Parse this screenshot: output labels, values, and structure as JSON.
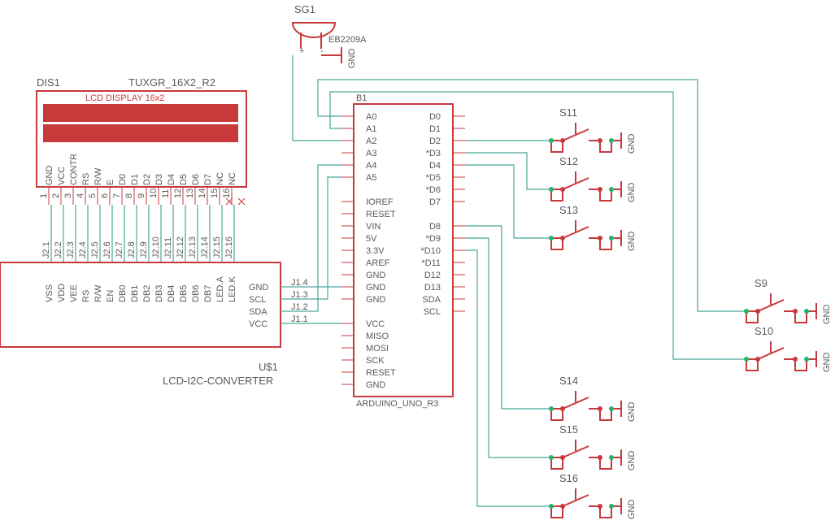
{
  "buzzer": {
    "name": "SG1",
    "value": "EB2209A",
    "plus": "+",
    "minus": "-",
    "gnd": "GND"
  },
  "lcd": {
    "name": "DIS1",
    "value": "TUXGR_16X2_R2",
    "caption": "LCD DISPLAY 16x2",
    "pins": [
      "GND",
      "VCC",
      "CONTR",
      "RS",
      "R/W",
      "E",
      "D0",
      "D1",
      "D2",
      "D3",
      "D4",
      "D5",
      "D6",
      "D7",
      "NC",
      "NC"
    ],
    "nums": [
      "1",
      "2",
      "3",
      "4",
      "5",
      "6",
      "7",
      "8",
      "9",
      "10",
      "11",
      "12",
      "13",
      "14",
      "15",
      "16"
    ]
  },
  "i2c": {
    "name": "U$1",
    "value": "LCD-I2C-CONVERTER",
    "pins": [
      "VSS",
      "VDD",
      "VEE",
      "RS",
      "R/W",
      "EN",
      "DB0",
      "DB1",
      "DB2",
      "DB3",
      "DB4",
      "DB5",
      "DB6",
      "DB7",
      "LED.A",
      "LED.K"
    ],
    "nets": [
      "J2.1",
      "J2.2",
      "J2.3",
      "J2.4",
      "J2.5",
      "J2.6",
      "J2.7",
      "J2.8",
      "J2.9",
      "J2.10",
      "J2.11",
      "J2.12",
      "J2.13",
      "J2.14",
      "J2.15",
      "J2.16"
    ],
    "side_pins": [
      "GND",
      "SCL",
      "SDA",
      "VCC"
    ],
    "side_nets": [
      "J1.4",
      "J1.3",
      "J1.2",
      "J1.1"
    ]
  },
  "arduino": {
    "name": "B1",
    "value": "ARDUINO_UNO_R3",
    "left": [
      "A0",
      "A1",
      "A2",
      "A3",
      "A4",
      "A5",
      "",
      "IOREF",
      "RESET",
      "VIN",
      "5V",
      "3.3V",
      "AREF",
      "GND",
      "GND",
      "GND",
      "",
      "VCC",
      "MISO",
      "MOSI",
      "SCK",
      "RESET",
      "GND"
    ],
    "right": [
      "D0",
      "D1",
      "D2",
      "*D3",
      "D4",
      "*D5",
      "*D6",
      "D7",
      "",
      "D8",
      "*D9",
      "*D10",
      "*D11",
      "D12",
      "D13",
      "SDA",
      "SCL"
    ]
  },
  "switches": [
    {
      "name": "S11",
      "gnd": "GND"
    },
    {
      "name": "S12",
      "gnd": "GND"
    },
    {
      "name": "S13",
      "gnd": "GND"
    },
    {
      "name": "S9",
      "gnd": "GND"
    },
    {
      "name": "S10",
      "gnd": "GND"
    },
    {
      "name": "S14",
      "gnd": "GND"
    },
    {
      "name": "S15",
      "gnd": "GND"
    },
    {
      "name": "S16",
      "gnd": "GND"
    }
  ],
  "colors": {
    "part": "#c8393c",
    "net": "#4aa89a",
    "junction": "#26b36b",
    "text": "#5a5a5a"
  }
}
